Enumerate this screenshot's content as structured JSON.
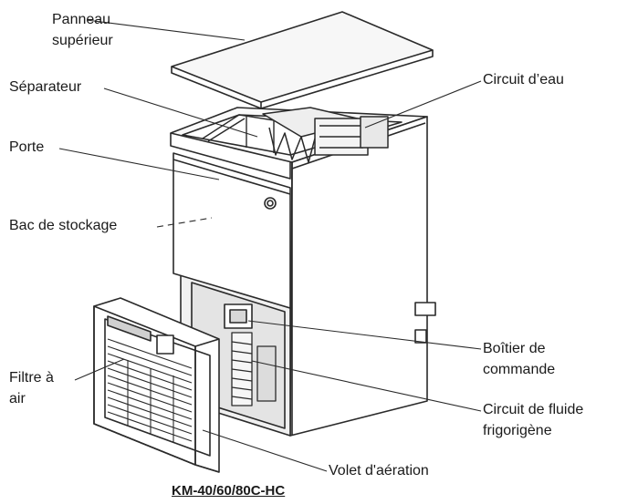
{
  "labels": {
    "top_panel_1": "Panneau",
    "top_panel_2": "supérieur",
    "separator": "Séparateur",
    "door": "Porte",
    "storage_bin": "Bac de stockage",
    "air_filter_1": "Filtre à",
    "air_filter_2": "air",
    "water_circuit": "Circuit d’eau",
    "control_box_1": "Boîtier de",
    "control_box_2": "commande",
    "refrigerant_circuit_1": "Circuit de fluide",
    "refrigerant_circuit_2": "frigorigène",
    "louver": "Volet d'aération"
  },
  "caption": "KM-40/60/80C-HC"
}
